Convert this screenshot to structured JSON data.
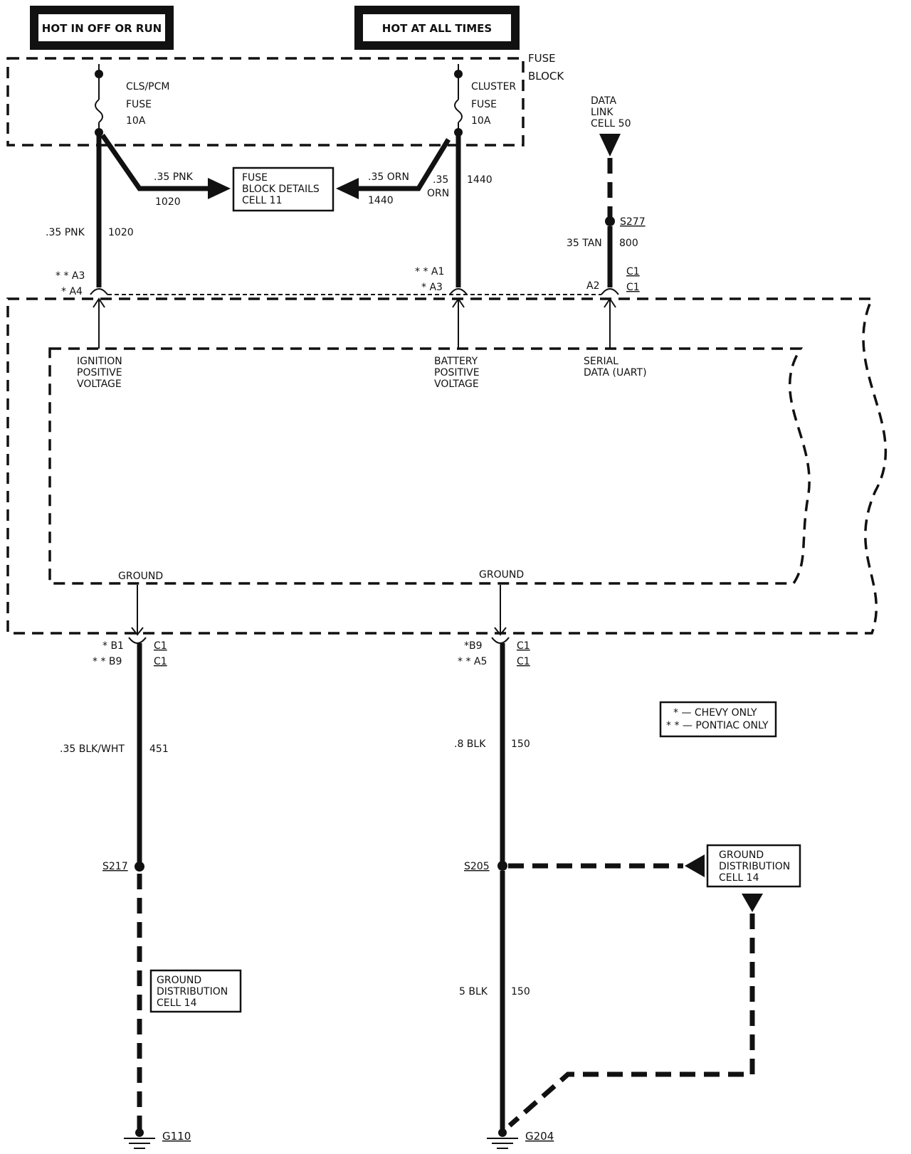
{
  "headers": {
    "hot_run": "HOT IN OFF OR RUN",
    "hot_always": "HOT AT ALL TIMES"
  },
  "fuse_block": {
    "line1": "FUSE",
    "line2": "BLOCK"
  },
  "fuse_left": {
    "name": "CLS/PCM",
    "type": "FUSE",
    "rating": "10A"
  },
  "fuse_right": {
    "name": "CLUSTER",
    "type": "FUSE",
    "rating": "10A"
  },
  "fuse_details": {
    "line1": "FUSE",
    "line2": "BLOCK DETAILS",
    "line3": "CELL 11"
  },
  "data_link": {
    "line1": "DATA",
    "line2": "LINK",
    "line3": "CELL 50"
  },
  "wires": {
    "pnk_arrow_gauge": ".35 PNK",
    "pnk_arrow_circuit": "1020",
    "orn_arrow_gauge": ".35 ORN",
    "orn_arrow_circuit": "1440",
    "orn_vert_gauge_1": ".35",
    "orn_vert_gauge_2": "ORN",
    "orn_vert_circuit": "1440",
    "pnk_vert_gauge": ".35 PNK",
    "pnk_vert_circuit": "1020",
    "tan_gauge": "35 TAN",
    "tan_circuit": "800",
    "blkwht_gauge": ".35 BLK/WHT",
    "blkwht_circuit": "451",
    "blk_upper_gauge": ".8 BLK",
    "blk_upper_circuit": "150",
    "blk_lower_gauge": "5 BLK",
    "blk_lower_circuit": "150"
  },
  "splices": {
    "s277": "S277",
    "s217": "S217",
    "s205": "S205"
  },
  "pins": {
    "left_top_1": "* * A3",
    "left_top_2": "* A4",
    "mid_top_1": "* * A1",
    "mid_top_2": "* A3",
    "right_top": "A2",
    "conn_c1_a": "C1",
    "conn_c1_b": "C1",
    "left_bot_1": "* B1",
    "left_bot_2": "* * B9",
    "left_bot_c1_a": "C1",
    "left_bot_c1_b": "C1",
    "mid_bot_1": "*B9",
    "mid_bot_2": "* * A5",
    "mid_bot_c1_a": "C1",
    "mid_bot_c1_b": "C1"
  },
  "module_inputs": {
    "ign_1": "IGNITION",
    "ign_2": "POSITIVE",
    "ign_3": "VOLTAGE",
    "bat_1": "BATTERY",
    "bat_2": "POSITIVE",
    "bat_3": "VOLTAGE",
    "ser_1": "SERIAL",
    "ser_2": "DATA (UART)",
    "gnd_left": "GROUND",
    "gnd_mid": "GROUND"
  },
  "legend": {
    "chevy": "* — CHEVY ONLY",
    "pontiac": "* * — PONTIAC ONLY"
  },
  "ground_dist_right": {
    "line1": "GROUND",
    "line2": "DISTRIBUTION",
    "line3": "CELL 14"
  },
  "ground_dist_left": {
    "line1": "GROUND",
    "line2": "DISTRIBUTION",
    "line3": "CELL 14"
  },
  "grounds": {
    "g110": "G110",
    "g204": "G204"
  }
}
